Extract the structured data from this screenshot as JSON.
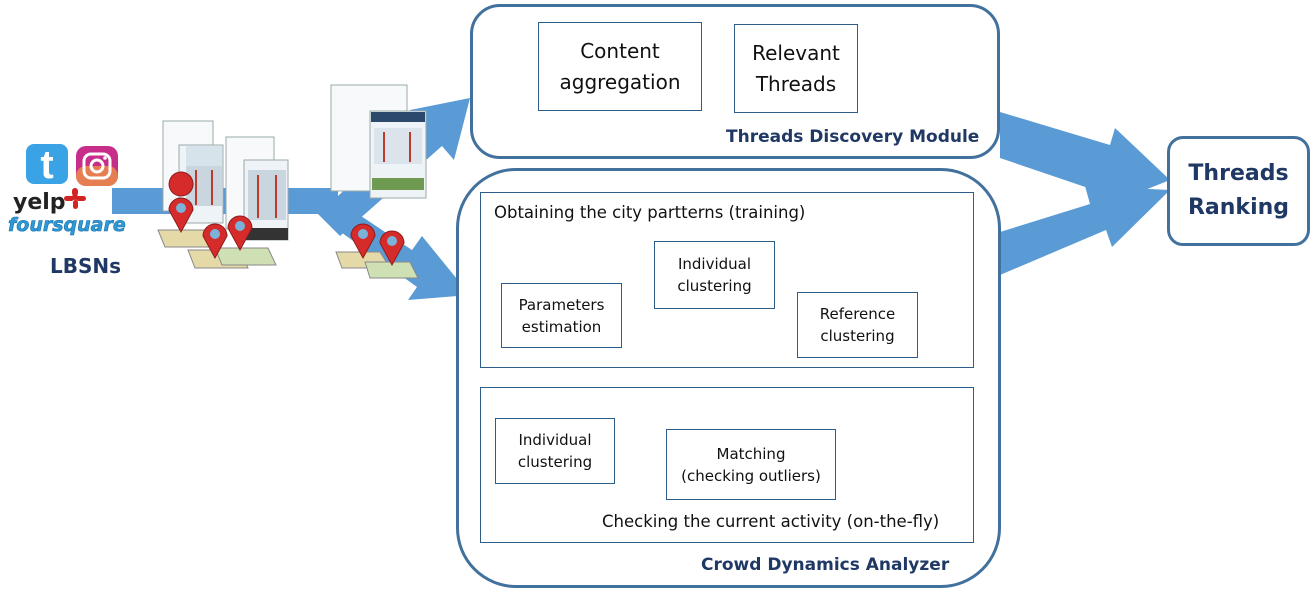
{
  "sources": {
    "label": "LBSNs",
    "logos": [
      "twitter-logo",
      "instagram-logo",
      "yelp-logo",
      "foursquare-logo"
    ],
    "yelp_text": "yelp",
    "foursquare_text": "foursquare"
  },
  "colors": {
    "flow_arrow": "#5b9bd5",
    "border": "#41719c",
    "module_label": "#1f3864",
    "pin": "#d62b2b"
  },
  "threads_discovery": {
    "label": "Threads Discovery Module",
    "content_aggregation": "Content\naggregation",
    "relevant_threads": "Relevant\nThreads"
  },
  "crowd_dynamics": {
    "label": "Crowd Dynamics Analyzer",
    "training": {
      "title": "Obtaining the city partterns (training)",
      "parameters_estimation": "Parameters\nestimation",
      "individual_clustering": "Individual\nclustering",
      "reference_clustering": "Reference\nclustering"
    },
    "on_the_fly": {
      "title": "Checking the current activity (on-the-fly)",
      "individual_clustering": "Individual\nclustering",
      "matching": "Matching\n(checking outliers)"
    }
  },
  "ranking": {
    "label": "Threads\nRanking"
  }
}
